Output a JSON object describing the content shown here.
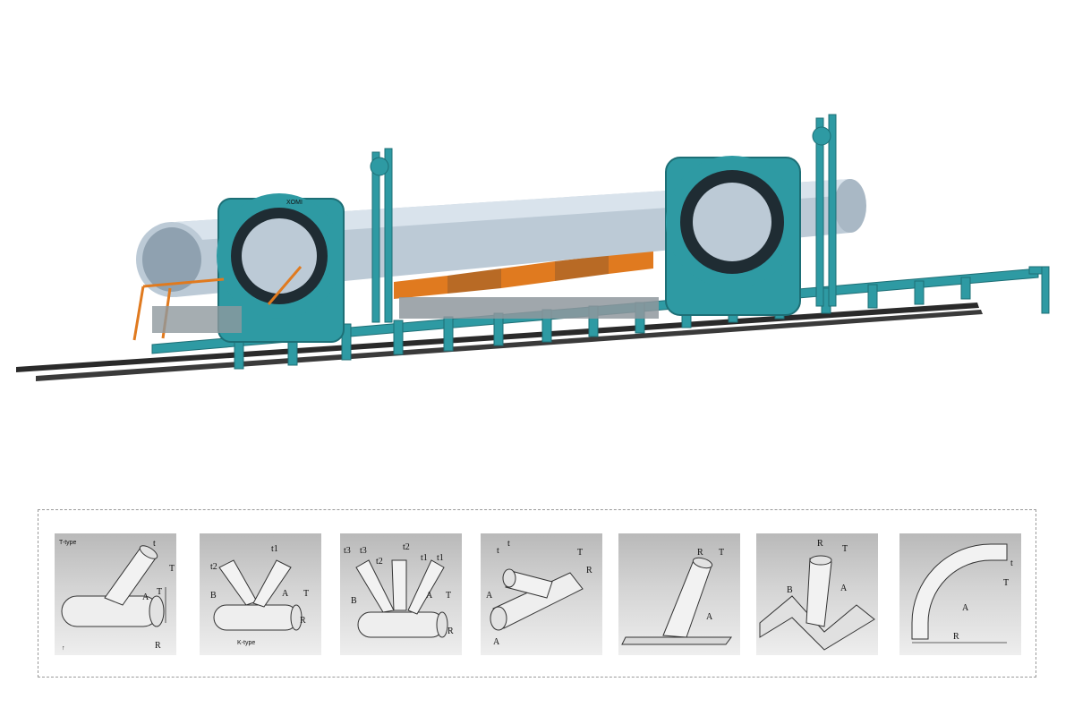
{
  "brand": {
    "logo_text": "XOMI"
  },
  "joint_types": [
    {
      "id": "t-type",
      "caption": "T-type",
      "dims": [
        "t",
        "T",
        "A",
        "T",
        "R"
      ]
    },
    {
      "id": "k-type",
      "caption": "K-type",
      "dims": [
        "t2",
        "t1",
        "B",
        "A",
        "T",
        "R"
      ]
    },
    {
      "id": "kt-type",
      "caption": "",
      "dims": [
        "t3",
        "t3",
        "t2",
        "t2",
        "t1",
        "t1",
        "B",
        "A",
        "T",
        "R"
      ]
    },
    {
      "id": "offset-branch",
      "caption": "",
      "dims": [
        "t",
        "t",
        "T",
        "R",
        "A",
        "A"
      ]
    },
    {
      "id": "plate-branch",
      "caption": "",
      "dims": [
        "R",
        "T",
        "A"
      ]
    },
    {
      "id": "angle-branch",
      "caption": "",
      "dims": [
        "R",
        "T",
        "B",
        "A"
      ]
    },
    {
      "id": "elbow",
      "caption": "",
      "dims": [
        "t",
        "T",
        "A",
        "R"
      ]
    }
  ],
  "colors": {
    "machine_teal": "#2e9aa3",
    "machine_teal_dark": "#1d6f76",
    "pipe": "#bccad6",
    "pipe_inner": "#8fa1b0",
    "accent_orange": "#e07a1f",
    "rail": "#2a2a2a"
  }
}
